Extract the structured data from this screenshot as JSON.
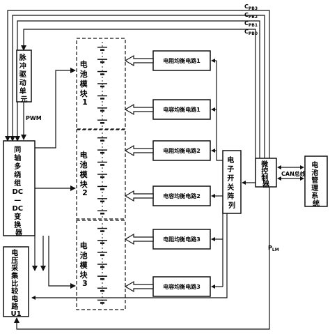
{
  "signals": {
    "cpb3": "C",
    "cpb3_sub": "PB3",
    "cpb2": "C",
    "cpb2_sub": "PB2",
    "cpb1": "C",
    "cpb1_sub": "PB1",
    "cpb0": "C",
    "cpb0_sub": "PB0",
    "plm": "P",
    "plm_sub": "LM",
    "pwm": "PWM",
    "can": "CAN总线"
  },
  "blocks": {
    "pulse_driver": [
      "脉",
      "冲",
      "驱",
      "动",
      "单",
      "元"
    ],
    "dcdc": [
      "同",
      "轴",
      "多",
      "绕",
      "组",
      "DC",
      "—",
      "DC",
      "变",
      "换",
      "器"
    ],
    "voltage_compare": [
      "电",
      "压",
      "采",
      "集",
      "比",
      "较",
      "电",
      "路",
      "U1"
    ],
    "switch_array": [
      "电",
      "子",
      "开",
      "关",
      "阵",
      "列"
    ],
    "mcu": [
      "微",
      "控",
      "制",
      "器"
    ],
    "bms": [
      "电",
      "池",
      "管",
      "理",
      "系",
      "统"
    ]
  },
  "modules": [
    {
      "chars": [
        "电",
        "池",
        "模",
        "块"
      ],
      "num": "1"
    },
    {
      "chars": [
        "电",
        "池",
        "模",
        "块"
      ],
      "num": "2"
    },
    {
      "chars": [
        "电",
        "池",
        "模",
        "块"
      ],
      "num": "3"
    }
  ],
  "balance_circuits": [
    "电阻均衡电路1",
    "电容均衡电路1",
    "电阻均衡电路2",
    "电容均衡电路2",
    "电阻均衡电路3",
    "电容均衡电路3"
  ]
}
